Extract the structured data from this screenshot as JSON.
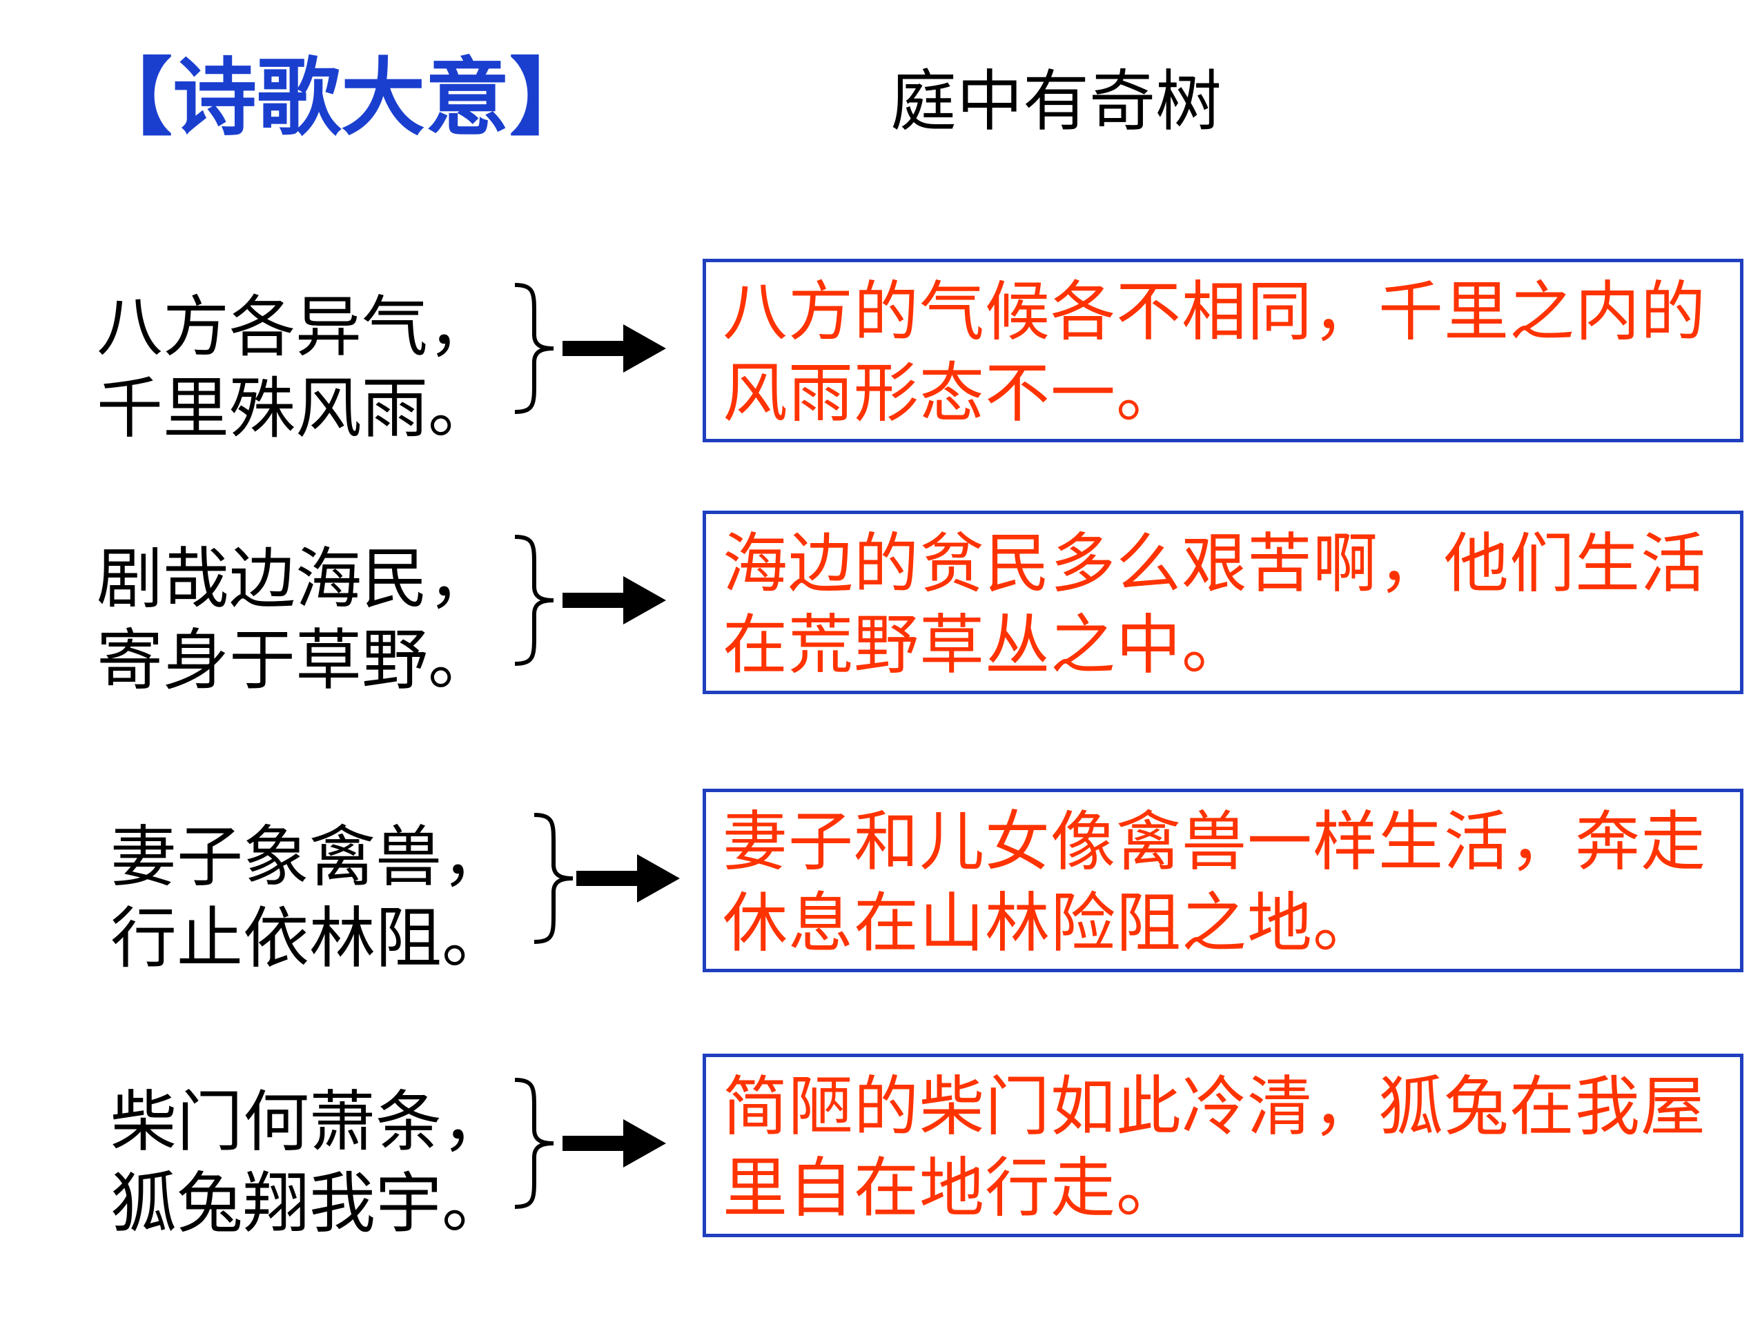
{
  "heading": "【诗歌大意】",
  "poem_title": "庭中有奇树",
  "colors": {
    "heading": "#1a3fcf",
    "verse": "#000000",
    "meaning_text": "#ff3300",
    "box_border": "#1f3fbf"
  },
  "stanzas": [
    {
      "line1": "八方各异气，",
      "line2": "千里殊风雨。",
      "meaning": "八方的气候各不相同，千里之内的风雨形态不一。"
    },
    {
      "line1": "剧哉边海民，",
      "line2": "寄身于草野。",
      "meaning": "海边的贫民多么艰苦啊，他们生活在荒野草丛之中。"
    },
    {
      "line1": "妻子象禽兽，",
      "line2": "行止依林阻。",
      "meaning": "妻子和儿女像禽兽一样生活，奔走休息在山林险阻之地。"
    },
    {
      "line1": "柴门何萧条，",
      "line2": "狐兔翔我宇。",
      "meaning": "简陋的柴门如此冷清，狐兔在我屋里自在地行走。"
    }
  ]
}
